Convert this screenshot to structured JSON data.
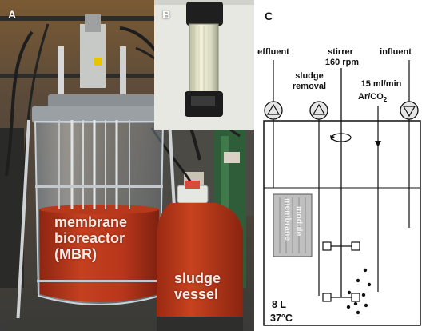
{
  "panels": {
    "a": {
      "label": "A",
      "photo_text": {
        "line1": "membrane",
        "line2": "bioreactor",
        "line3": "(MBR)",
        "vessel_line1": "sludge",
        "vessel_line2": "vessel"
      }
    },
    "b": {
      "label": "B"
    },
    "c": {
      "label": "C",
      "effluent": "effluent",
      "stirrer_line1": "stirrer",
      "stirrer_line2": "160 rpm",
      "influent": "influent",
      "sludge_line1": "sludge",
      "sludge_line2": "removal",
      "gas_line1": "15 ml/min",
      "gas_line2_prefix": "Ar/CO",
      "gas_line2_sub": "2",
      "module_line1": "membrane",
      "module_line2": "module",
      "volume": "8 L",
      "temperature": "37°C"
    }
  },
  "colors": {
    "liquid_red": "#b5341c",
    "schematic_line": "#111111",
    "panel_label_light": "#ffffff",
    "panel_label_dark": "#111111"
  },
  "icons": [
    "pump-icon",
    "stirrer-rotation-icon",
    "gas-arrow-icon",
    "membrane-module-icon"
  ]
}
